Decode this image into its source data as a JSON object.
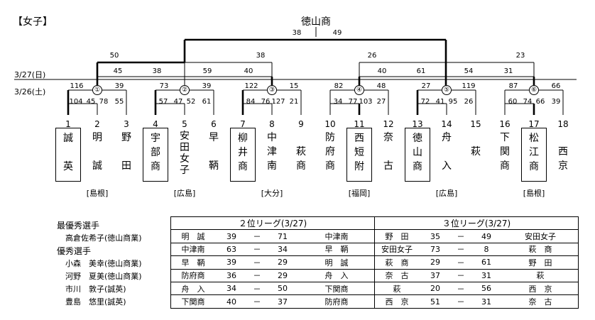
{
  "section_title": "【女子】",
  "champion": "徳山商",
  "dates": {
    "day2": "3/27(日)",
    "day1": "3/26(土)"
  },
  "final_scores": {
    "left": "38",
    "right": "49"
  },
  "upper_scores": {
    "left_outer": "50",
    "left_inner": "38",
    "right_outer": "26",
    "right_inner": "23",
    "q1": [
      "45",
      "38"
    ],
    "q2": [
      "59",
      "40"
    ],
    "q3": [
      "40",
      "61"
    ],
    "q4": [
      "54",
      "31"
    ]
  },
  "matches": [
    {
      "id": "①",
      "top": [
        "116",
        "39"
      ],
      "bottom": [
        "104",
        "45",
        "78",
        "55"
      ]
    },
    {
      "id": "②",
      "top": [
        "73",
        "39"
      ],
      "bottom": [
        "57",
        "47",
        "52",
        "61"
      ]
    },
    {
      "id": "③",
      "top": [
        "122",
        "15"
      ],
      "bottom": [
        "84",
        "76",
        "127",
        "21"
      ]
    },
    {
      "id": "④",
      "top": [
        "82",
        "48"
      ],
      "bottom": [
        "34",
        "77",
        "103",
        "27"
      ]
    },
    {
      "id": "⑤",
      "top": [
        "27",
        "119"
      ],
      "bottom": [
        "72",
        "41",
        "95",
        "26"
      ]
    },
    {
      "id": "⑥",
      "top": [
        "87",
        "66"
      ],
      "bottom": [
        "60",
        "74",
        "66",
        "39"
      ]
    }
  ],
  "teams": [
    {
      "no": "1",
      "name": "誠\n\n英"
    },
    {
      "no": "2",
      "name": "明\n\n誠"
    },
    {
      "no": "3",
      "name": "野\n\n田"
    },
    {
      "no": "4",
      "name": "宇\n部\n商"
    },
    {
      "no": "5",
      "name": "安\n田\n女\n子"
    },
    {
      "no": "6",
      "name": "早\n\n鞆"
    },
    {
      "no": "7",
      "name": "柳\n井\n商"
    },
    {
      "no": "8",
      "name": "中\n津\n南"
    },
    {
      "no": "9",
      "name": "\n萩\n商"
    },
    {
      "no": "10",
      "name": "防\n府\n商"
    },
    {
      "no": "11",
      "name": "西\n短\n附"
    },
    {
      "no": "12",
      "name": "奈\n\n古"
    },
    {
      "no": "13",
      "name": "徳\n山\n商"
    },
    {
      "no": "14",
      "name": "舟\n\n入"
    },
    {
      "no": "15",
      "name": "\n萩"
    },
    {
      "no": "16",
      "name": "下\n関\n商"
    },
    {
      "no": "17",
      "name": "松\n江\n商"
    },
    {
      "no": "18",
      "name": "\n西\n京"
    }
  ],
  "regions": [
    "[島根]",
    "[広島]",
    "[大分]",
    "[福岡]",
    "[広島]",
    "[島根]"
  ],
  "awards": {
    "mvp_title": "最優秀選手",
    "mvp": "高倉佐希子(徳山商業)",
    "excellent_title": "優秀選手",
    "excellent": [
      "小森　美幸(徳山商業)",
      "河野　夏美(徳山商業)",
      "市川　敦子(誠英)",
      "豊島　悠里(誠英)"
    ]
  },
  "league2_title": "２位リーグ(3/27)",
  "league3_title": "３位リーグ(3/27)",
  "league2": [
    [
      "明　誠",
      "39",
      "－",
      "71",
      "中津南"
    ],
    [
      "中津南",
      "63",
      "－",
      "34",
      "早　鞆"
    ],
    [
      "早　鞆",
      "39",
      "－",
      "29",
      "明　誠"
    ],
    [
      "防府商",
      "36",
      "－",
      "29",
      "舟　入"
    ],
    [
      "舟　入",
      "34",
      "－",
      "50",
      "下関商"
    ],
    [
      "下関商",
      "40",
      "－",
      "37",
      "防府商"
    ]
  ],
  "league3": [
    [
      "野　田",
      "35",
      "－",
      "49",
      "安田女子"
    ],
    [
      "安田女子",
      "73",
      "－",
      "8",
      "萩　商"
    ],
    [
      "萩　商",
      "29",
      "－",
      "61",
      "野　田"
    ],
    [
      "奈　古",
      "37",
      "－",
      "31",
      "萩"
    ],
    [
      "萩",
      "20",
      "－",
      "56",
      "西　京"
    ],
    [
      "西　京",
      "51",
      "－",
      "31",
      "奈　古"
    ]
  ]
}
